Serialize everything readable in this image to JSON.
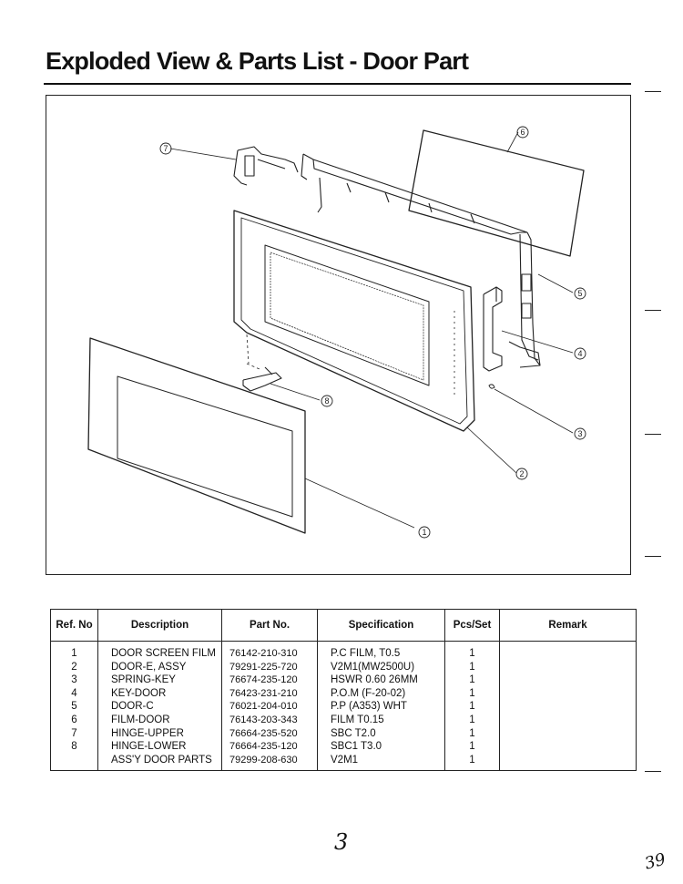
{
  "header": {
    "title": "Exploded View & Parts List - Door Part"
  },
  "diagram": {
    "callouts": [
      "1",
      "2",
      "3",
      "4",
      "5",
      "6",
      "7",
      "8"
    ]
  },
  "parts_table": {
    "headers": {
      "ref": "Ref. No",
      "description": "Description",
      "part_no": "Part No.",
      "specification": "Specification",
      "pcs": "Pcs/Set",
      "remark": "Remark"
    },
    "rows": [
      {
        "ref": "1",
        "description": "DOOR SCREEN FILM",
        "part_no": "76142-210-310",
        "specification": "P.C FILM, T0.5",
        "pcs": "1",
        "remark": ""
      },
      {
        "ref": "2",
        "description": "DOOR-E, ASSY",
        "part_no": "79291-225-720",
        "specification": "V2M1(MW2500U)",
        "pcs": "1",
        "remark": ""
      },
      {
        "ref": "3",
        "description": "SPRING-KEY",
        "part_no": "76674-235-120",
        "specification": "HSWR 0.60 26MM",
        "pcs": "1",
        "remark": ""
      },
      {
        "ref": "4",
        "description": "KEY-DOOR",
        "part_no": "76423-231-210",
        "specification": "P.O.M (F-20-02)",
        "pcs": "1",
        "remark": ""
      },
      {
        "ref": "5",
        "description": "DOOR-C",
        "part_no": "76021-204-010",
        "specification": "P.P (A353) WHT",
        "pcs": "1",
        "remark": ""
      },
      {
        "ref": "6",
        "description": "FILM-DOOR",
        "part_no": "76143-203-343",
        "specification": "FILM T0.15",
        "pcs": "1",
        "remark": ""
      },
      {
        "ref": "7",
        "description": "HINGE-UPPER",
        "part_no": "76664-235-520",
        "specification": "SBC T2.0",
        "pcs": "1",
        "remark": ""
      },
      {
        "ref": "8",
        "description": "HINGE-LOWER",
        "part_no": "76664-235-120",
        "specification": "SBC1 T3.0",
        "pcs": "1",
        "remark": ""
      },
      {
        "ref": "",
        "description": "ASS'Y DOOR PARTS",
        "part_no": "79299-208-630",
        "specification": "V2M1",
        "pcs": "1",
        "remark": ""
      }
    ]
  },
  "footer": {
    "page_number": "3",
    "corner_note": "39"
  }
}
